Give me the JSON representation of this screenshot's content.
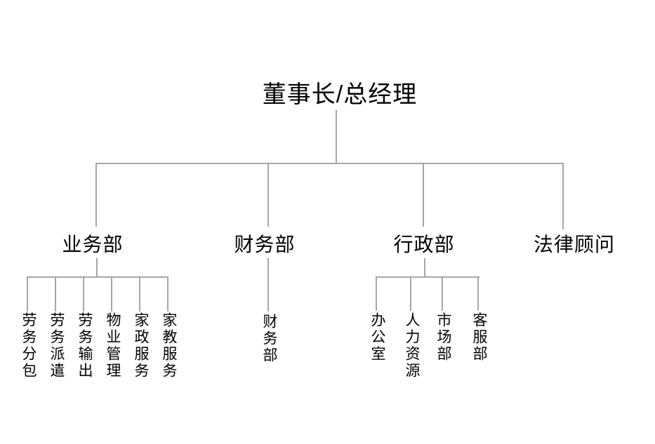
{
  "diagram": {
    "type": "org-chart",
    "background_color": "#ffffff",
    "line_color": "#a6a6a6",
    "text_color": "#000000",
    "root": {
      "label": "董事长/总经理"
    },
    "departments": [
      {
        "label": "业务部",
        "children": [
          "劳务分包",
          "劳务派遣",
          "劳务输出",
          "物业管理",
          "家政服务",
          "家教服务"
        ]
      },
      {
        "label": "财务部",
        "children": [
          "财务部"
        ]
      },
      {
        "label": "行政部",
        "children": [
          "办公室",
          "人力资源",
          "市场部",
          "客服部"
        ]
      },
      {
        "label": "法律顾问",
        "children": []
      }
    ]
  }
}
